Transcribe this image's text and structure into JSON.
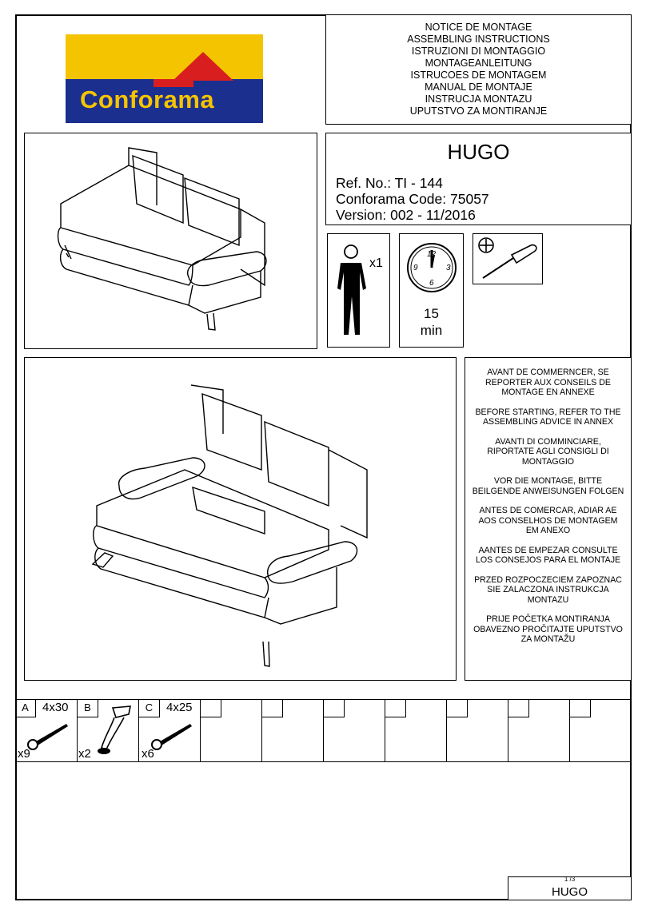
{
  "header": {
    "brand_logo_text": "Conforama",
    "titles": [
      "NOTICE DE MONTAGE",
      "ASSEMBLING INSTRUCTIONS",
      "ISTRUZIONI DI MONTAGGIO",
      "MONTAGEANLEITUNG",
      "ISTRUCOES DE MONTAGEM",
      "MANUAL DE MONTAJE",
      "INSTRUCJA MONTAZU",
      "UPUTSTVO ZA MONTIRANJE"
    ]
  },
  "product": {
    "name": "HUGO",
    "ref_line": "Ref. No.: TI - 144",
    "code_line": "Conforama Code: 75057",
    "version_line": "Version: 002 - 11/2016"
  },
  "requirements": {
    "persons": "x1",
    "clock_numbers": [
      "12",
      "3",
      "6",
      "9"
    ],
    "time_value": "15",
    "time_unit": "min"
  },
  "advice": [
    "AVANT DE COMMERNCER, SE REPORTER AUX CONSEILS DE MONTAGE EN ANNEXE",
    "BEFORE STARTING, REFER TO THE ASSEMBLING ADVICE IN ANNEX",
    "AVANTI DI COMMINCIARE, RIPORTATE AGLI CONSIGLI DI MONTAGGIO",
    "VOR DIE MONTAGE, BITTE BEILGENDE ANWEISUNGEN FOLGEN",
    "ANTES DE COMERCAR, ADIAR AE AOS CONSELHOS DE MONTAGEM EM ANEXO",
    "AANTES DE EMPEZAR CONSULTE LOS CONSEJOS PARA EL MONTAJE",
    "PRZED ROZPOCZECIEM ZAPOZNAC SIE ZALACZONA INSTRUKCJA MONTAZU",
    "PRIJE POČETKA MONTIRANJA OBAVEZNO PROČITAJTE UPUTSTVO ZA MONTAŽU"
  ],
  "parts": [
    {
      "letter": "A",
      "size": "4x30",
      "qty": "x9"
    },
    {
      "letter": "B",
      "size": "",
      "qty": "x2"
    },
    {
      "letter": "C",
      "size": "4x25",
      "qty": "x6"
    }
  ],
  "footer": {
    "page": "1 /3",
    "name": "HUGO"
  }
}
